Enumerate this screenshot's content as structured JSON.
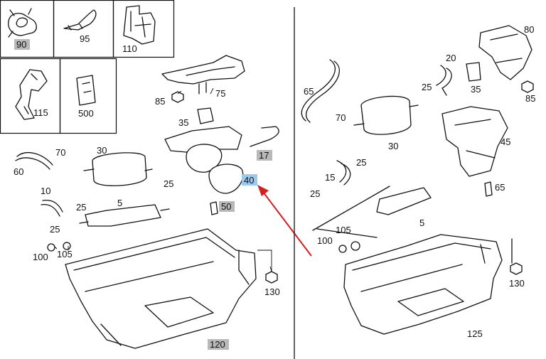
{
  "labels": {
    "box_90": "90",
    "box_95": "95",
    "box_110": "110",
    "box_115": "115",
    "box_500": "500",
    "l_85": "85",
    "l_75": "75",
    "l_35": "35",
    "l_17": "17",
    "l_40": "40",
    "l_50": "50",
    "l_70": "70",
    "l_30": "30",
    "l_60": "60",
    "l_25a": "25",
    "l_25b": "25",
    "l_25c": "25",
    "l_10": "10",
    "l_5": "5",
    "l_100": "100",
    "l_105": "105",
    "l_130": "130",
    "l_120": "120",
    "r_80": "80",
    "r_20": "20",
    "r_35": "35",
    "r_85": "85",
    "r_65": "65",
    "r_70": "70",
    "r_25a": "25",
    "r_30": "30",
    "r_45": "45",
    "r_15": "15",
    "r_25b": "25",
    "r_25c": "25",
    "r_65b": "65",
    "r_105": "105",
    "r_100": "100",
    "r_5": "5",
    "r_130": "130",
    "r_125": "125"
  },
  "highlight_colors": {
    "grey": "#b9b9b9",
    "blue": "#9ec9ef",
    "arrow": "#d42020"
  }
}
